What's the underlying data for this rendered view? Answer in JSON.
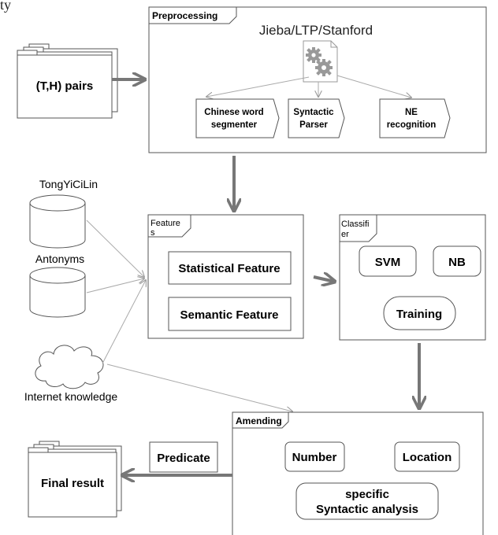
{
  "top_cut_text": "ty",
  "input": {
    "label": "(T,H) pairs"
  },
  "preprocessing": {
    "frame_label": "Preprocessing",
    "tools": "Jieba/LTP/Stanford",
    "icon": "gears-document-icon",
    "modules": [
      {
        "line1": "Chinese word",
        "line2": "segmenter"
      },
      {
        "line1": "Syntactic",
        "line2": "Parser"
      },
      {
        "line1": "NE",
        "line2": "recognition"
      }
    ]
  },
  "resources": {
    "db1_label": "TongYiCiLin",
    "db2_label": "Antonyms",
    "cloud_label": "Internet knowledge"
  },
  "features": {
    "frame_label_line1": "Feature",
    "frame_label_line2": "s",
    "statistical": "Statistical Feature",
    "semantic": "Semantic Feature"
  },
  "classifier": {
    "frame_label_line1": "Classifi",
    "frame_label_line2": "er",
    "svm": "SVM",
    "nb": "NB",
    "training": "Training"
  },
  "amending": {
    "frame_label": "Amending",
    "number": "Number",
    "location": "Location",
    "syntactic_line1": "specific",
    "syntactic_line2": "Syntactic analysis"
  },
  "predicate": {
    "label": "Predicate"
  },
  "output": {
    "label": "Final result"
  }
}
